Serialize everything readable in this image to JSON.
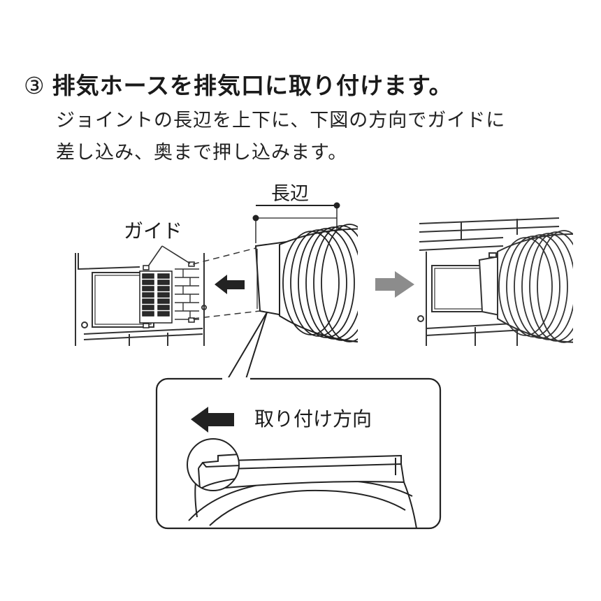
{
  "step": {
    "number": "③",
    "title": "排気ホースを排気口に取り付けます。",
    "body_lines": [
      "ジョイントの長辺を上下に、下図の方向でガイドに",
      "差し込み、奥まで押し込みます。"
    ]
  },
  "figure": {
    "guide_label": "ガイド",
    "long_side_label": "長辺",
    "callout_label": "取り付け方向",
    "arrow_colors": {
      "insert_arrow": "#222222",
      "next_arrow": "#8c8c8c",
      "callout_arrow": "#222222"
    }
  }
}
